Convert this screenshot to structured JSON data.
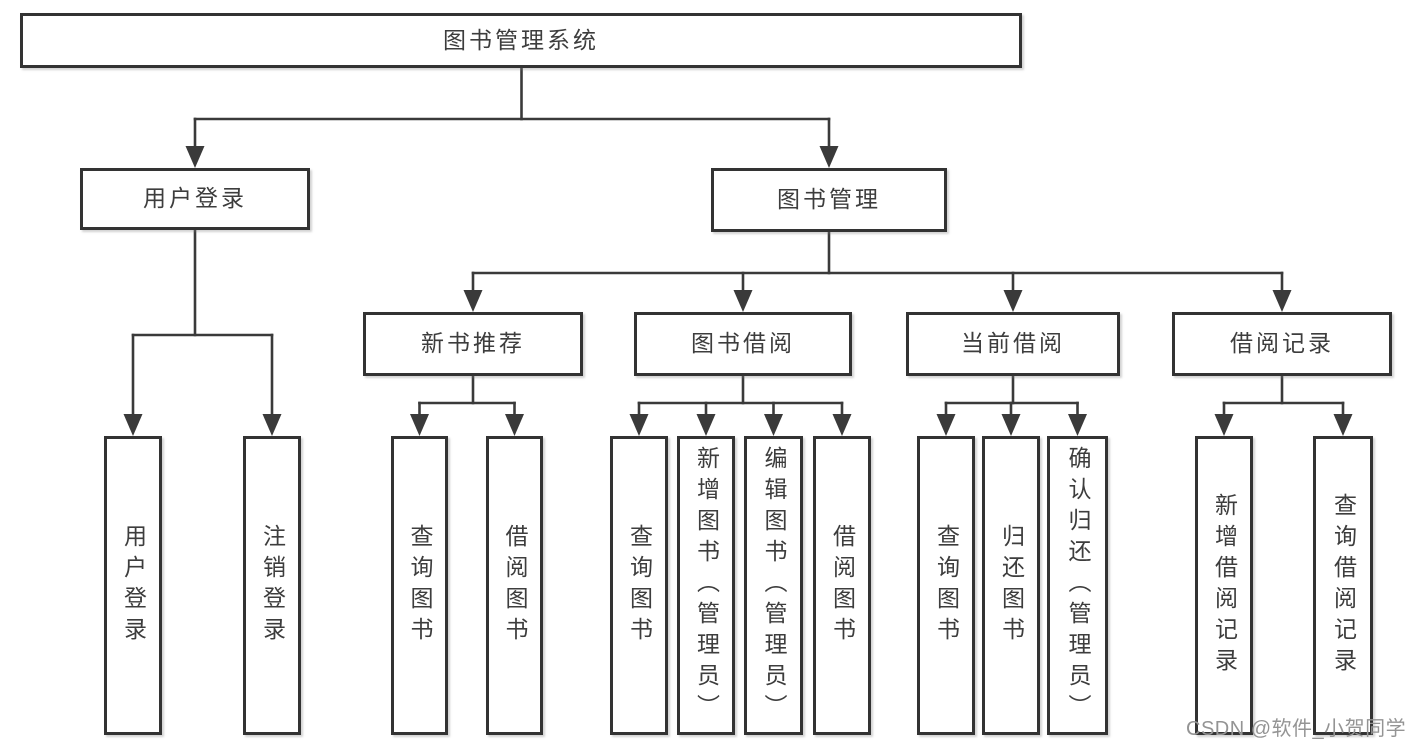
{
  "tree": {
    "root": {
      "label": "图书管理系统"
    },
    "branches": [
      {
        "label": "用户登录",
        "children": [
          {
            "label": "用户登录"
          },
          {
            "label": "注销登录"
          }
        ]
      },
      {
        "label": "图书管理",
        "children": [
          {
            "label": "新书推荐",
            "children": [
              {
                "label": "查询图书"
              },
              {
                "label": "借阅图书"
              }
            ]
          },
          {
            "label": "图书借阅",
            "children": [
              {
                "label": "查询图书"
              },
              {
                "label": "新增图书（管理员）"
              },
              {
                "label": "编辑图书（管理员）"
              },
              {
                "label": "借阅图书"
              }
            ]
          },
          {
            "label": "当前借阅",
            "children": [
              {
                "label": "查询图书"
              },
              {
                "label": "归还图书"
              },
              {
                "label": "确认归还（管理员）"
              }
            ]
          },
          {
            "label": "借阅记录",
            "children": [
              {
                "label": "新增借阅记录"
              },
              {
                "label": "查询借阅记录"
              }
            ]
          }
        ]
      }
    ]
  },
  "watermark": {
    "text": "CSDN @软件_小贺同学"
  },
  "colors": {
    "line": "#3a3a3a",
    "box_border": "#333333",
    "box_fill": "#ffffff",
    "text": "#3d3d3d",
    "watermark": "#949494"
  }
}
